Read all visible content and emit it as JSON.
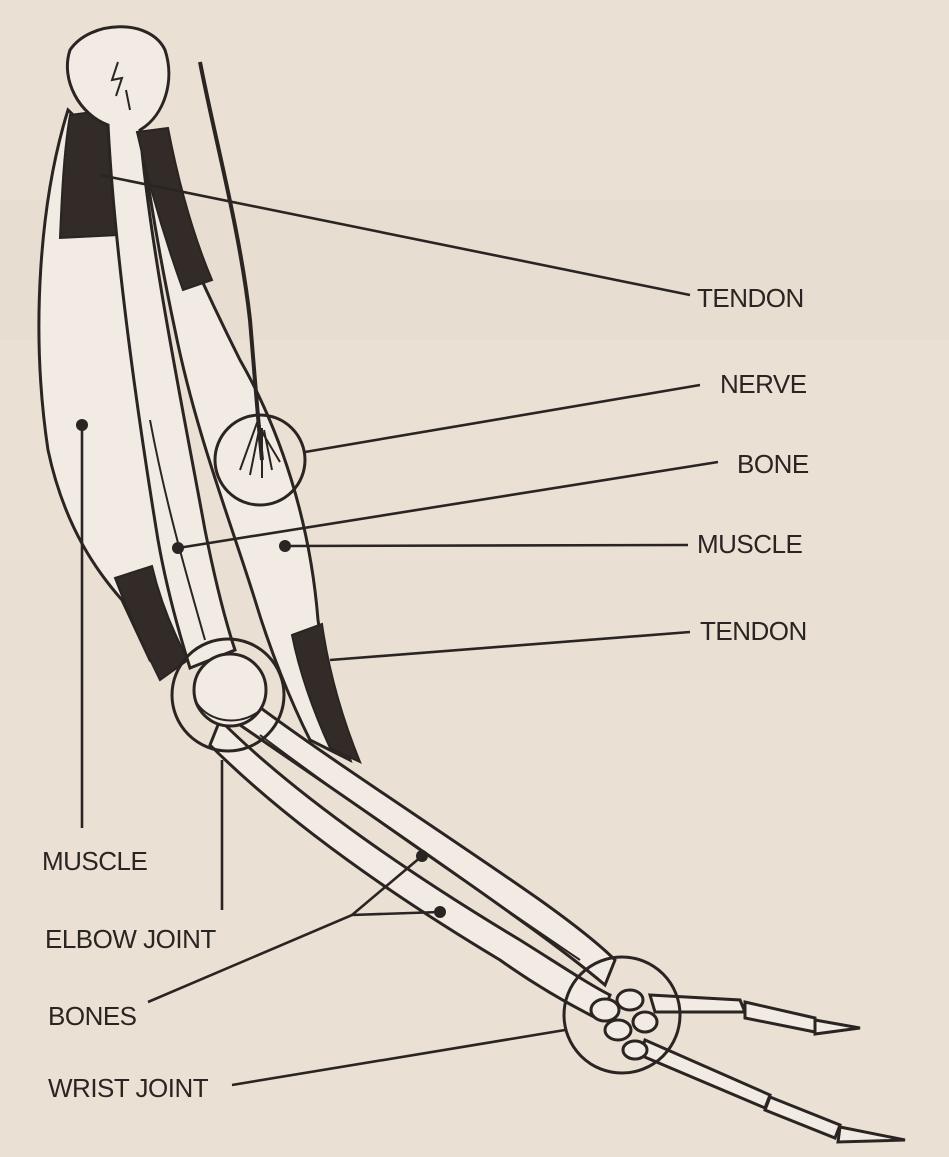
{
  "labels": {
    "tendon_top": "TENDON",
    "nerve": "NERVE",
    "bone": "BONE",
    "muscle_right": "MUSCLE",
    "tendon_bottom": "TENDON",
    "muscle_left": "MUSCLE",
    "elbow_joint": "ELBOW JOINT",
    "bones": "BONES",
    "wrist_joint": "WRIST JOINT"
  },
  "colors": {
    "paper": "#ebe0d4",
    "ink": "#2a2522",
    "fill": "#f2ebe4",
    "tendon": "#332b27"
  }
}
